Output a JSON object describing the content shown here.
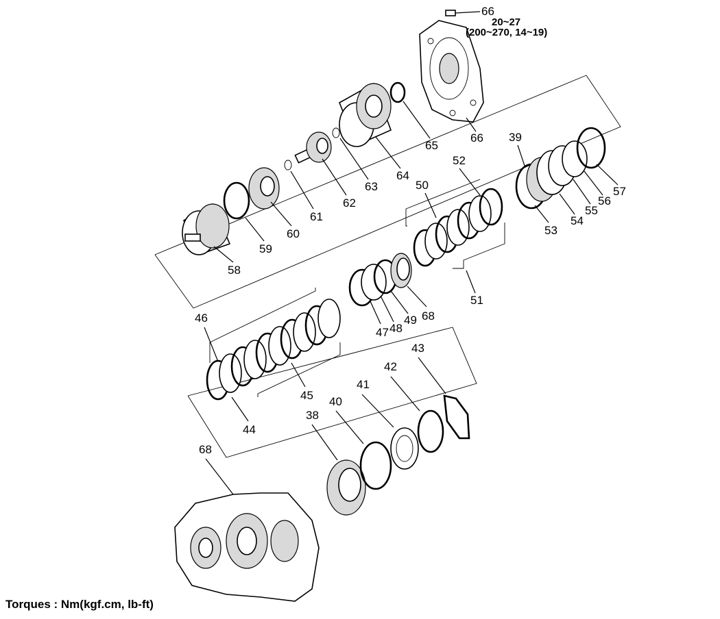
{
  "torque": {
    "top_value": "20~27",
    "top_units": "(200~270, 14~19)",
    "footer": "Torques : Nm(kgf.cm, lb-ft)"
  },
  "labels": {
    "l66a": "66",
    "l66b": "66",
    "l65": "65",
    "l64": "64",
    "l63": "63",
    "l62": "62",
    "l61": "61",
    "l60": "60",
    "l59": "59",
    "l58": "58",
    "l39": "39",
    "l52": "52",
    "l50": "50",
    "l51": "51",
    "l53": "53",
    "l54": "54",
    "l55": "55",
    "l56": "56",
    "l57": "57",
    "l46": "46",
    "l47": "47",
    "l48": "48",
    "l49": "49",
    "l68a": "68",
    "l45": "45",
    "l44": "44",
    "l38": "38",
    "l40": "40",
    "l41": "41",
    "l42": "42",
    "l43": "43",
    "l68b": "68"
  }
}
